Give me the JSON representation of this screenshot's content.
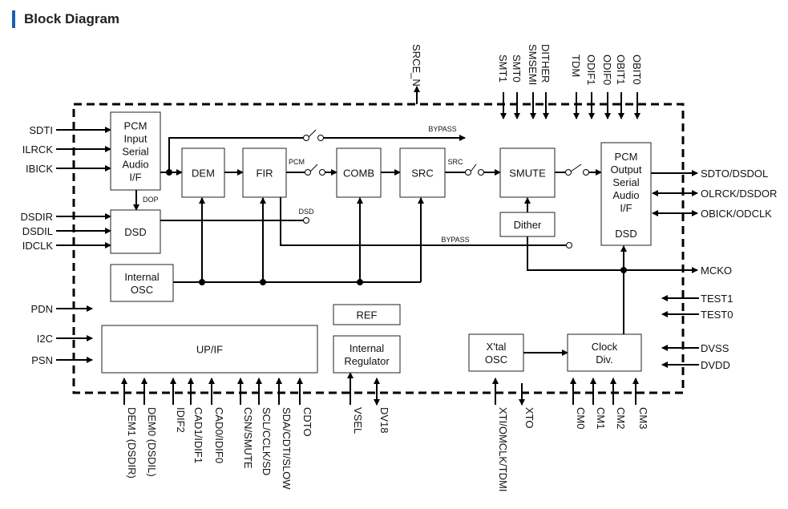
{
  "title": "Block Diagram",
  "accent": "#1a5fb4",
  "blocks": {
    "pcm_in": [
      "PCM",
      "Input",
      "Serial",
      "Audio",
      "I/F"
    ],
    "dem": "DEM",
    "fir": "FIR",
    "comb": "COMB",
    "src": "SRC",
    "smute": "SMUTE",
    "pcm_out": [
      "PCM",
      "Output",
      "Serial",
      "Audio",
      "I/F"
    ],
    "pcm_out_dsd": "DSD",
    "dither": "Dither",
    "dsd": "DSD",
    "osc": [
      "Internal",
      "OSC"
    ],
    "ref": "REF",
    "reg": [
      "Internal",
      "Regulator"
    ],
    "upif": "UP/IF",
    "xtal": [
      "X'tal",
      "OSC"
    ],
    "clkdiv": [
      "Clock",
      "Div."
    ]
  },
  "wire_labels": {
    "bypass1": "BYPASS",
    "bypass2": "BYPASS",
    "pcm": "PCM",
    "src": "SRC",
    "dsd": "DSD",
    "dop": "DOP"
  },
  "pins": {
    "left": [
      "SDTI",
      "ILRCK",
      "IBICK",
      "DSDIR",
      "DSDIL",
      "IDCLK",
      "PDN",
      "I2C",
      "PSN"
    ],
    "right": [
      "SDTO/DSDOL",
      "OLRCK/DSDOR",
      "OBICK/ODCLK",
      "MCKO",
      "TEST1",
      "TEST0",
      "DVSS",
      "DVDD"
    ],
    "top": [
      "SRCE_N",
      "SMT1",
      "SMT0",
      "SMSEMI",
      "DITHER",
      "TDM",
      "ODIF1",
      "ODIF0",
      "OBIT1",
      "OBIT0"
    ],
    "bottom": [
      "DEM1 (DSDIR)",
      "DEM0 (DSDIL)",
      "IDIF2",
      "CAD1/IDIF1",
      "CAD0/IDIF0",
      "CSN/SMUTE",
      "SCL/CCLK/SD",
      "SDA/CDTI/SLOW",
      "CDTO",
      "VSEL",
      "DV18",
      "XTI/OMCLK/TDMI",
      "XTO",
      "CM0",
      "CM1",
      "CM2",
      "CM3"
    ]
  }
}
